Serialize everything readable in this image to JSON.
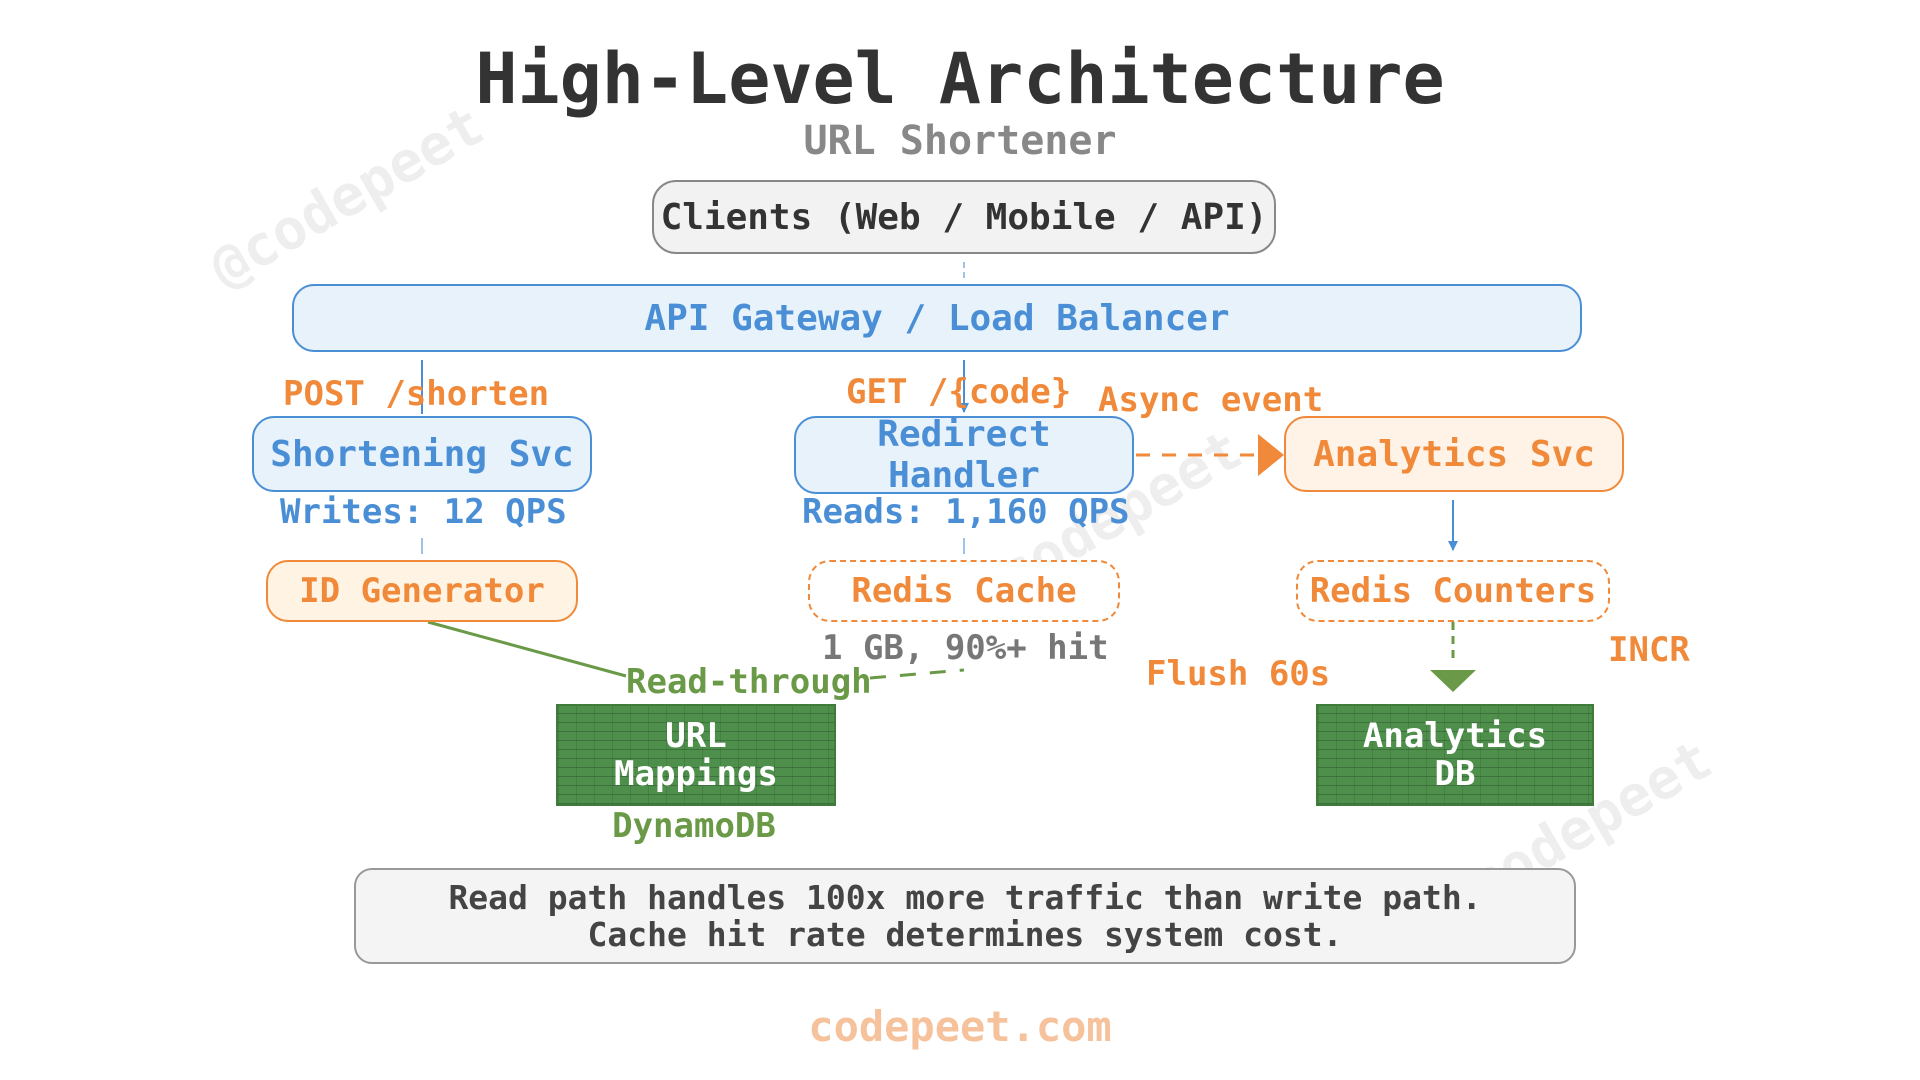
{
  "header": {
    "title": "High-Level Architecture",
    "subtitle": "URL Shortener"
  },
  "nodes": {
    "clients": "Clients (Web / Mobile / API)",
    "gateway": "API Gateway / Load Balancer",
    "shortening_svc": "Shortening Svc",
    "redirect_handler": "Redirect Handler",
    "analytics_svc": "Analytics Svc",
    "id_generator": "ID Generator",
    "redis_cache": "Redis Cache",
    "redis_counters": "Redis Counters",
    "url_mappings": "URL\nMappings",
    "analytics_db": "Analytics\nDB"
  },
  "labels": {
    "post_shorten": "POST /shorten",
    "get_code": "GET /{code}",
    "async_event": "Async event",
    "writes_qps": "Writes: 12 QPS",
    "reads_qps": "Reads: 1,160 QPS",
    "cache_size": "1 GB, 90%+ hit",
    "read_through": "Read-through",
    "flush": "Flush 60s",
    "incr": "INCR",
    "dynamodb": "DynamoDB"
  },
  "note": {
    "line1": "Read path handles 100x more traffic than write path.",
    "line2": "Cache hit rate determines system cost."
  },
  "footer": "codepeet.com",
  "watermark": "@codepeet",
  "colors": {
    "orange": "#f08a3a",
    "blue": "#4a8fd6",
    "green": "#4e8f4b",
    "gray": "#888888"
  }
}
